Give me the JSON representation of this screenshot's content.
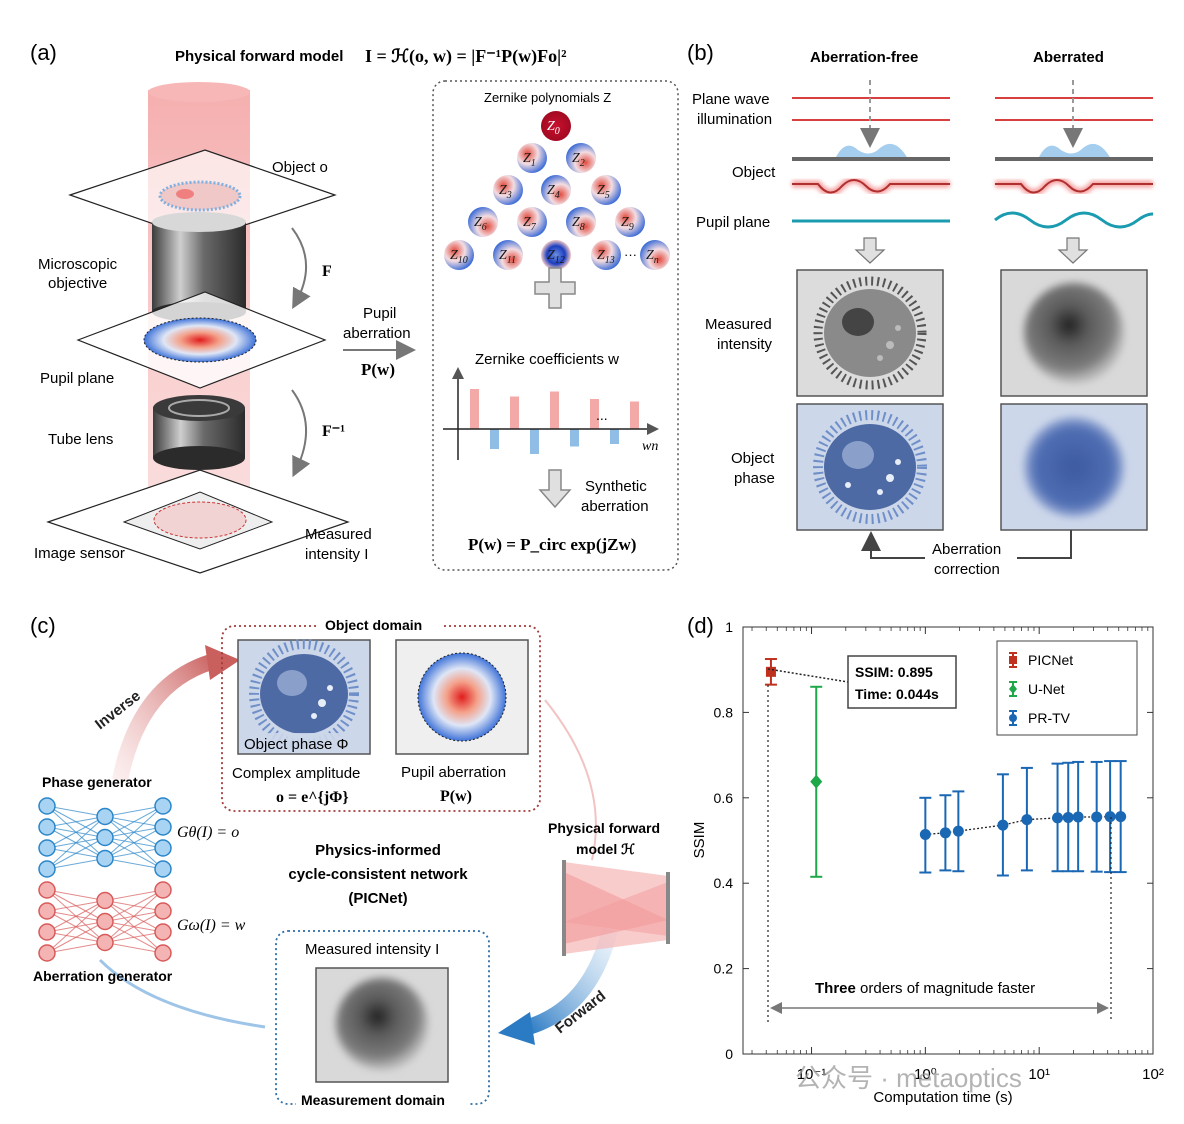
{
  "panel_a": {
    "label": "(a)",
    "forward_model_title": "Physical forward model",
    "forward_model_eq": "I = ℋ(o, w) = |F⁻¹P(w)Fo|²",
    "object_label": "Object o",
    "objective_label": [
      "Microscopic",
      "objective"
    ],
    "pupil_label": "Pupil plane",
    "tube_label": "Tube lens",
    "sensor_label": "Image sensor",
    "measured_label": [
      "Measured",
      "intensity I"
    ],
    "F_label": "F",
    "Finv_label": "F⁻¹",
    "pupil_aberration_label": [
      "Pupil",
      "aberration"
    ],
    "Pw_label": "P(w)",
    "zernike_title": "Zernike polynomials Z",
    "zernike_terms": [
      "Z0",
      "Z1",
      "Z2",
      "Z3",
      "Z4",
      "Z5",
      "Z6",
      "Z7",
      "Z8",
      "Z9",
      "Z10",
      "Z11",
      "Z12",
      "Z13",
      "Zn"
    ],
    "zernike_ellipsis": "···",
    "coeff_title": "Zernike coefficients w",
    "coeff_axis": "wn",
    "coeff_ellipsis": "...",
    "coeff_values": [
      0.8,
      -0.4,
      0.65,
      -0.5,
      0.75,
      -0.35,
      0.6,
      -0.3,
      0.55
    ],
    "synthetic_label": [
      "Synthetic",
      "aberration"
    ],
    "pupil_eq": "P(w) = P_circ exp(jZw)"
  },
  "panel_b": {
    "label": "(b)",
    "col_free": "Aberration-free",
    "col_aberrated": "Aberrated",
    "row_plane": [
      "Plane wave",
      "illumination"
    ],
    "row_object": "Object",
    "row_pupil": "Pupil plane",
    "row_measured": [
      "Measured",
      "intensity"
    ],
    "row_phase": [
      "Object",
      "phase"
    ],
    "correction": [
      "Aberration",
      "correction"
    ]
  },
  "panel_c": {
    "label": "(c)",
    "object_domain": "Object domain",
    "object_phase": "Object phase Φ",
    "complex_amp": "Complex amplitude",
    "complex_eq": "o = e^{jΦ}",
    "pupil_ab": "Pupil aberration",
    "pupil_eq": "P(w)",
    "inverse": "Inverse",
    "forward": "Forward",
    "phase_gen": "Phase generator",
    "ab_gen": "Aberration generator",
    "phase_eq": "Gθ(I) = o",
    "ab_eq": "Gω(I) = w",
    "center_title": [
      "Physics-informed",
      "cycle-consistent network",
      "(PICNet)"
    ],
    "phys_model": [
      "Physical forward",
      "model ℋ"
    ],
    "measured_intensity": "Measured intensity I",
    "measurement_domain": "Measurement domain"
  },
  "panel_d": {
    "label": "(d)",
    "annotation": [
      "SSIM: 0.895",
      "Time: 0.044s"
    ],
    "speed_text_bold": "Three",
    "speed_text_rest": " orders of magnitude faster",
    "watermark": "公众号 · metaoptics"
  },
  "chart_data": {
    "type": "scatter",
    "xlabel": "Computation time (s)",
    "ylabel": "SSIM",
    "xscale": "log",
    "xlim": [
      0.025,
      100
    ],
    "ylim": [
      0,
      1
    ],
    "x_ticks": [
      "10⁻¹",
      "10⁰",
      "10¹",
      "10²"
    ],
    "y_ticks": [
      "0",
      "0.2",
      "0.4",
      "0.6",
      "0.8",
      "1"
    ],
    "legend_position": "top-right",
    "series": [
      {
        "name": "PICNet",
        "color": "#c0301e",
        "marker": "square",
        "points": [
          {
            "x": 0.044,
            "y": 0.895,
            "lo": 0.865,
            "hi": 0.925
          }
        ]
      },
      {
        "name": "U-Net",
        "color": "#1fa84a",
        "marker": "diamond",
        "points": [
          {
            "x": 0.11,
            "y": 0.638,
            "lo": 0.415,
            "hi": 0.86
          }
        ]
      },
      {
        "name": "PR-TV",
        "color": "#1a67b4",
        "marker": "circle",
        "dotted_line": true,
        "points": [
          {
            "x": 1.0,
            "y": 0.514,
            "lo": 0.425,
            "hi": 0.6
          },
          {
            "x": 1.5,
            "y": 0.518,
            "lo": 0.43,
            "hi": 0.606
          },
          {
            "x": 1.95,
            "y": 0.522,
            "lo": 0.428,
            "hi": 0.615
          },
          {
            "x": 4.8,
            "y": 0.536,
            "lo": 0.418,
            "hi": 0.655
          },
          {
            "x": 7.8,
            "y": 0.549,
            "lo": 0.43,
            "hi": 0.67
          },
          {
            "x": 14.5,
            "y": 0.553,
            "lo": 0.428,
            "hi": 0.68
          },
          {
            "x": 18.0,
            "y": 0.554,
            "lo": 0.428,
            "hi": 0.682
          },
          {
            "x": 22.0,
            "y": 0.555,
            "lo": 0.428,
            "hi": 0.684
          },
          {
            "x": 32.0,
            "y": 0.555,
            "lo": 0.427,
            "hi": 0.684
          },
          {
            "x": 42.0,
            "y": 0.556,
            "lo": 0.426,
            "hi": 0.686
          },
          {
            "x": 52.0,
            "y": 0.556,
            "lo": 0.426,
            "hi": 0.686
          }
        ]
      }
    ]
  }
}
